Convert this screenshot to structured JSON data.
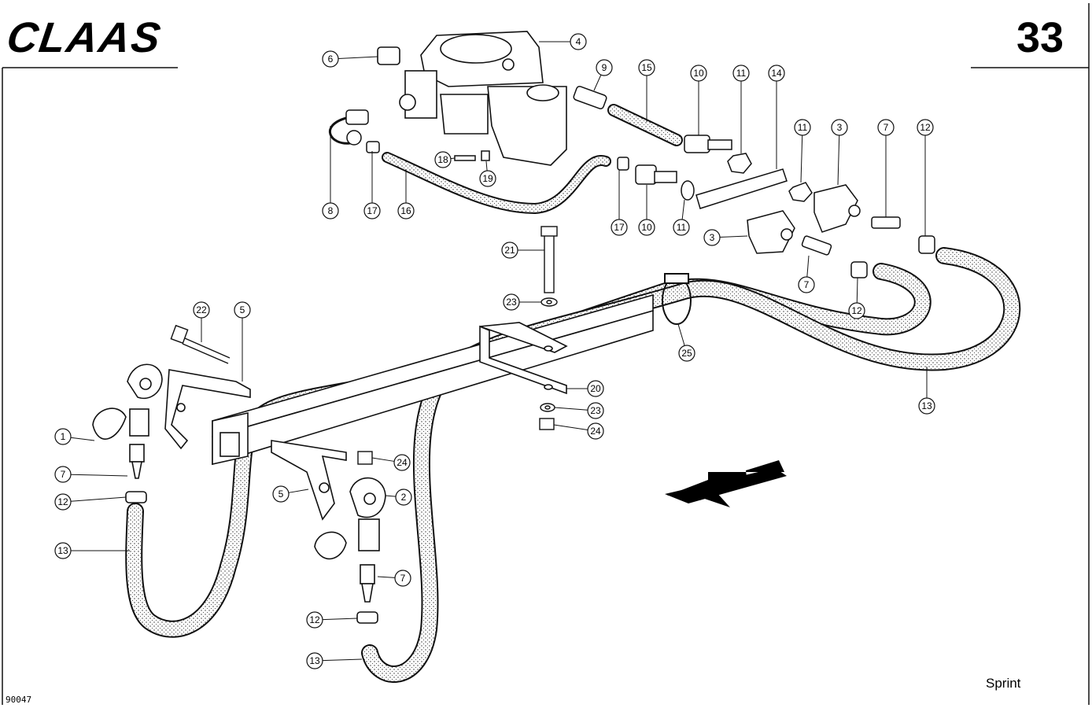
{
  "header": {
    "brand": "CLAAS",
    "page_number": "33"
  },
  "footer": {
    "drawing_code": "90047",
    "model": "Sprint"
  },
  "callouts": [
    {
      "id": "c1",
      "num": "1"
    },
    {
      "id": "c2",
      "num": "2"
    },
    {
      "id": "c3a",
      "num": "3"
    },
    {
      "id": "c3b",
      "num": "3"
    },
    {
      "id": "c4",
      "num": "4"
    },
    {
      "id": "c5a",
      "num": "5"
    },
    {
      "id": "c5b",
      "num": "5"
    },
    {
      "id": "c6",
      "num": "6"
    },
    {
      "id": "c7a",
      "num": "7"
    },
    {
      "id": "c7b",
      "num": "7"
    },
    {
      "id": "c7c",
      "num": "7"
    },
    {
      "id": "c7d",
      "num": "7"
    },
    {
      "id": "c8",
      "num": "8"
    },
    {
      "id": "c9",
      "num": "9"
    },
    {
      "id": "c10a",
      "num": "10"
    },
    {
      "id": "c10b",
      "num": "10"
    },
    {
      "id": "c11a",
      "num": "11"
    },
    {
      "id": "c11b",
      "num": "11"
    },
    {
      "id": "c11c",
      "num": "11"
    },
    {
      "id": "c12a",
      "num": "12"
    },
    {
      "id": "c12b",
      "num": "12"
    },
    {
      "id": "c12c",
      "num": "12"
    },
    {
      "id": "c12d",
      "num": "12"
    },
    {
      "id": "c13a",
      "num": "13"
    },
    {
      "id": "c13b",
      "num": "13"
    },
    {
      "id": "c13c",
      "num": "13"
    },
    {
      "id": "c14",
      "num": "14"
    },
    {
      "id": "c15",
      "num": "15"
    },
    {
      "id": "c16",
      "num": "16"
    },
    {
      "id": "c17a",
      "num": "17"
    },
    {
      "id": "c17b",
      "num": "17"
    },
    {
      "id": "c18",
      "num": "18"
    },
    {
      "id": "c19",
      "num": "19"
    },
    {
      "id": "c20",
      "num": "20"
    },
    {
      "id": "c21",
      "num": "21"
    },
    {
      "id": "c22",
      "num": "22"
    },
    {
      "id": "c23a",
      "num": "23"
    },
    {
      "id": "c23b",
      "num": "23"
    },
    {
      "id": "c24a",
      "num": "24"
    },
    {
      "id": "c24b",
      "num": "24"
    },
    {
      "id": "c25",
      "num": "25"
    }
  ]
}
